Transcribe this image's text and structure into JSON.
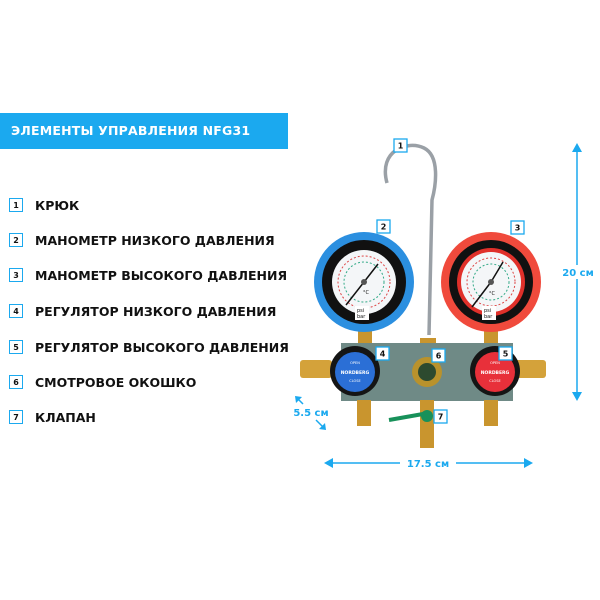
{
  "title": "ЭЛЕМЕНТЫ УПРАВЛЕНИЯ NFG31",
  "items": [
    {
      "num": "1",
      "label": "КРЮК"
    },
    {
      "num": "2",
      "label": "МАНОМЕТР НИЗКОГО ДАВЛЕНИЯ"
    },
    {
      "num": "3",
      "label": "МАНОМЕТР ВЫСОКОГО ДАВЛЕНИЯ"
    },
    {
      "num": "4",
      "label": "РЕГУЛЯТОР НИЗКОГО ДАВЛЕНИЯ"
    },
    {
      "num": "5",
      "label": "РЕГУЛЯТОР ВЫСОКОГО ДАВЛЕНИЯ"
    },
    {
      "num": "6",
      "label": "СМОТРОВОЕ ОКОШКО"
    },
    {
      "num": "7",
      "label": "КЛАПАН"
    }
  ],
  "dimensions": {
    "height": "20 см",
    "width": "17.5 см",
    "depth": "5.5 см"
  },
  "gauge": {
    "unit_top": "psi",
    "unit_bottom": "bar",
    "temp": "°C"
  },
  "knob": {
    "open": "OPEN",
    "brand": "NORDBERG",
    "close": "CLOSE"
  },
  "colors": {
    "accent": "#1ba9ef",
    "low": "#2b8fe0",
    "high": "#f04a3c"
  }
}
